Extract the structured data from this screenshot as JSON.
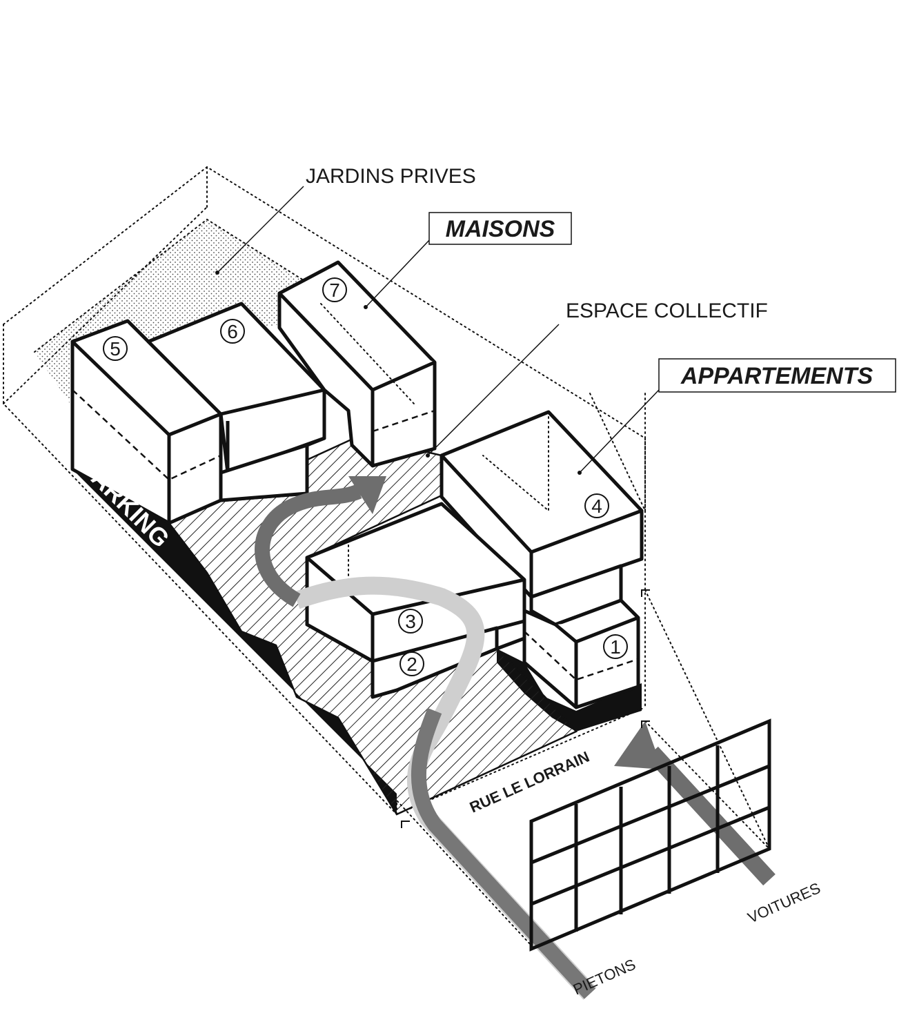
{
  "labels": {
    "jardins_prives": "JARDINS PRIVES",
    "maisons": "MAISONS",
    "espace_collectif": "ESPACE COLLECTIF",
    "appartements": "APPARTEMENTS",
    "parking": "PARKING",
    "rue": "RUE LE LORRAIN",
    "voitures": "VOITURES",
    "pietons": "PIETONS"
  },
  "units": [
    "1",
    "2",
    "3",
    "4",
    "5",
    "6",
    "7"
  ],
  "colors": {
    "ink": "#111111",
    "flow_arrow": "#6e6e6e",
    "pedestrian_path": "#cfcfcf"
  }
}
